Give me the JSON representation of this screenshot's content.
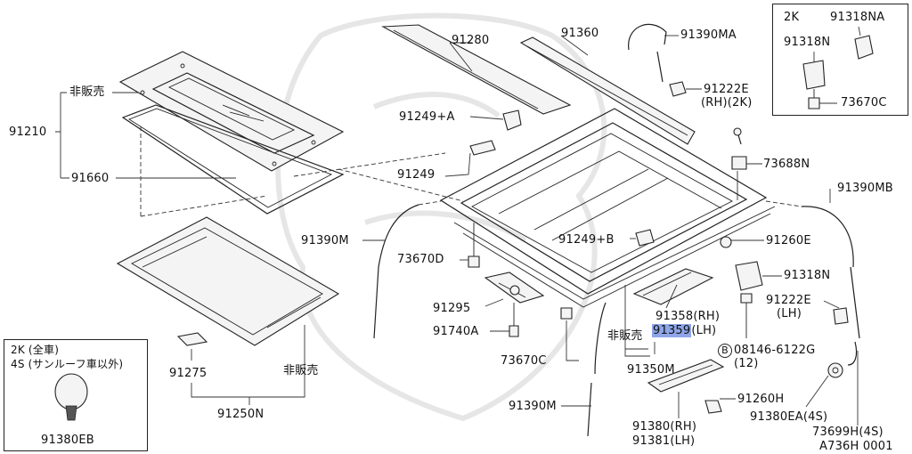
{
  "labels": {
    "p91210": "91210",
    "p91660": "91660",
    "nonsale_top": "非販売",
    "p91280": "91280",
    "p91360": "91360",
    "p91390MA": "91390MA",
    "p91222E_rh": "91222E",
    "rh2k": "(RH)(2K)",
    "p91249A": "91249+A",
    "p91249": "91249",
    "p73688N": "73688N",
    "p91390MB": "91390MB",
    "p91390M_left": "91390M",
    "p73670D": "73670D",
    "p91249B": "91249+B",
    "p91260E": "91260E",
    "p91318N_main": "91318N",
    "p91295": "91295",
    "p91740A": "91740A",
    "p73670C_main": "73670C",
    "p91358": "91358(RH)",
    "nonsale_mid": "非販売",
    "p91359": "91359",
    "lh_suffix": "(LH)",
    "p91350M": "91350M",
    "p91222E_lh": "91222E",
    "lh_paren": "(LH)",
    "bolt_code": "08146-6122G",
    "bolt_qty": "(12)",
    "p91390M_bottom": "91390M",
    "p91260H": "91260H",
    "p91380": "91380(RH)",
    "p91381": "91381(LH)",
    "p91380EA": "91380EA(4S)",
    "p73699H": "73699H(4S)",
    "diagram_code": "A736H 0001",
    "p91275": "91275",
    "nonsale_bottom": "非販売",
    "p91250N": "91250N",
    "b_symbol": "B"
  },
  "inset_top": {
    "model": "2K",
    "p91318NA": "91318NA",
    "p91318N": "91318N",
    "p73670C": "73670C"
  },
  "inset_bottom": {
    "line1": "2K (全車)",
    "line2": "4S (サンルーフ車以外)",
    "part": "91380EB"
  },
  "colors": {
    "highlight": "#8fa6e8",
    "line": "#222222"
  }
}
